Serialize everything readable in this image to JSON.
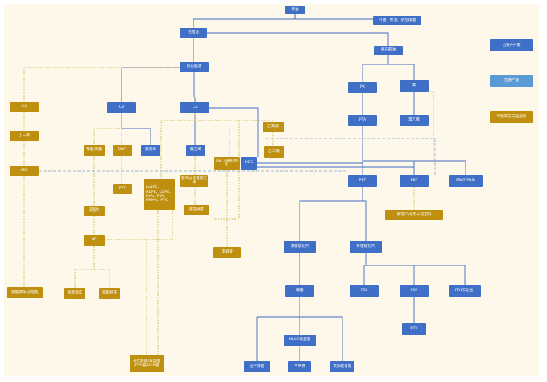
{
  "legend": {
    "produced": "已投产产能",
    "building": "在建产能",
    "planned": "可能有方向且规划"
  },
  "colors": {
    "blue": "#3f6fc6",
    "gold": "#bf900f",
    "light_blue": "#5b9bd5",
    "line_blue": "#3d6cc1",
    "line_gold": "#c8a227",
    "line_dash_blue": "#7fa3c8",
    "background": "#fdf8ea"
  },
  "nodes": {
    "crude": "原油",
    "fuels": "汽油、柴油、航空煤油",
    "naphtha": "石脑油",
    "light_hc": "轻石脑油",
    "heavy_reform": "重石脑油",
    "c4": "C4",
    "butadiene": "丁二烯",
    "abs": "ABS",
    "c3": "C3",
    "c2": "C2",
    "phenol_acetone": "苯酚/丙酮",
    "pdo": "PDO",
    "pp": "聚丙烯",
    "pe": "聚乙烯",
    "meg_planned": "DMC（电解液/溶剂型）",
    "meg": "MEG",
    "ethylbenzene": "乙苯酮",
    "eb2": "乙二胺",
    "ptt": "PTT",
    "polyolefins": "LLDPE、\nHDPE、LDPE、\nEVA、PVA、\nPMMA、PVC",
    "uhmwpe": "超高分子量聚乙烯",
    "bpa": "双酚A",
    "pc": "PC",
    "lithium_film": "锂电隔膜",
    "electrolyte": "电解液",
    "px": "PX",
    "benzene": "苯",
    "pta": "PTA",
    "styrene": "苯乙烯",
    "pet": "PET",
    "pbt": "PBT",
    "pbat": "PBAT(PBS)",
    "pbt_use": "家电/汽车用工程塑料",
    "film_chip": "薄膜级切片",
    "fiber_chip": "纤维级切片",
    "film": "薄膜",
    "fdy": "FDY",
    "poy": "POY",
    "ity": "ITY(工业丝)",
    "dty": "DTY",
    "mlcc": "MLCC离型膜",
    "optical": "光学薄膜",
    "semi": "半导体",
    "solar": "太阳能背板",
    "auto_new": "新能源车/充电桩",
    "new_energy": "新能源车",
    "charger": "充电桩壳",
    "display": "光伏胶膜/液晶膜\n/PVA膜/OCA膜"
  }
}
